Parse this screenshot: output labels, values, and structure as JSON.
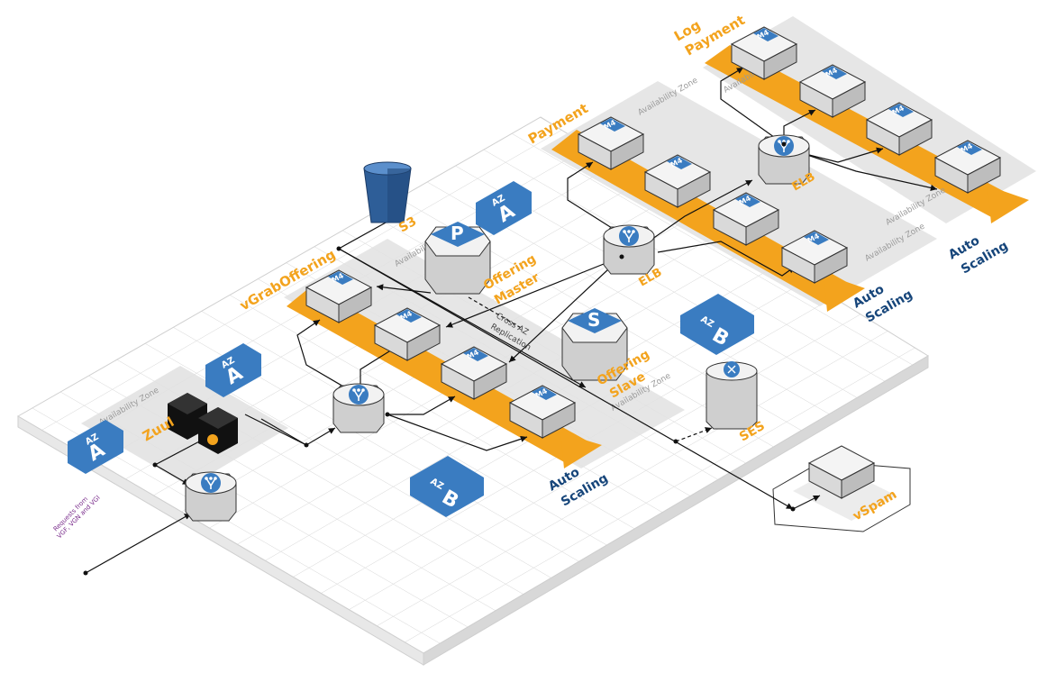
{
  "labels": {
    "log_payment": [
      "Log",
      "Payment"
    ],
    "payment": "Payment",
    "v_grab_offering": "vGrabOffering",
    "zuul": "Zuul",
    "s3": "S3",
    "offering_master": [
      "Offering",
      "Master"
    ],
    "offering_slave": [
      "Offering",
      "Slave"
    ],
    "cross_az": [
      "Cross AZ",
      "Replication"
    ],
    "elb": "ELB",
    "ses": "SES",
    "vspam": "vSpam",
    "auto_scaling": [
      "Auto",
      "Scaling"
    ],
    "availability_zone": "Availability Zone",
    "az": "AZ",
    "az_a": "A",
    "az_b": "B",
    "m4": "M4",
    "rds_p": "P",
    "rds_s": "S",
    "requests": [
      "Requests from",
      "VGF, VGN and VGI"
    ]
  },
  "colors": {
    "orange": "#f3a31d",
    "blue": "#3a7cc1",
    "navy": "#16457a",
    "purple": "#7a2d8c"
  },
  "icons": [
    "server-m4-icon",
    "load-balancer-icon",
    "database-icon",
    "bucket-icon",
    "api-gateway-icon",
    "email-service-icon"
  ]
}
